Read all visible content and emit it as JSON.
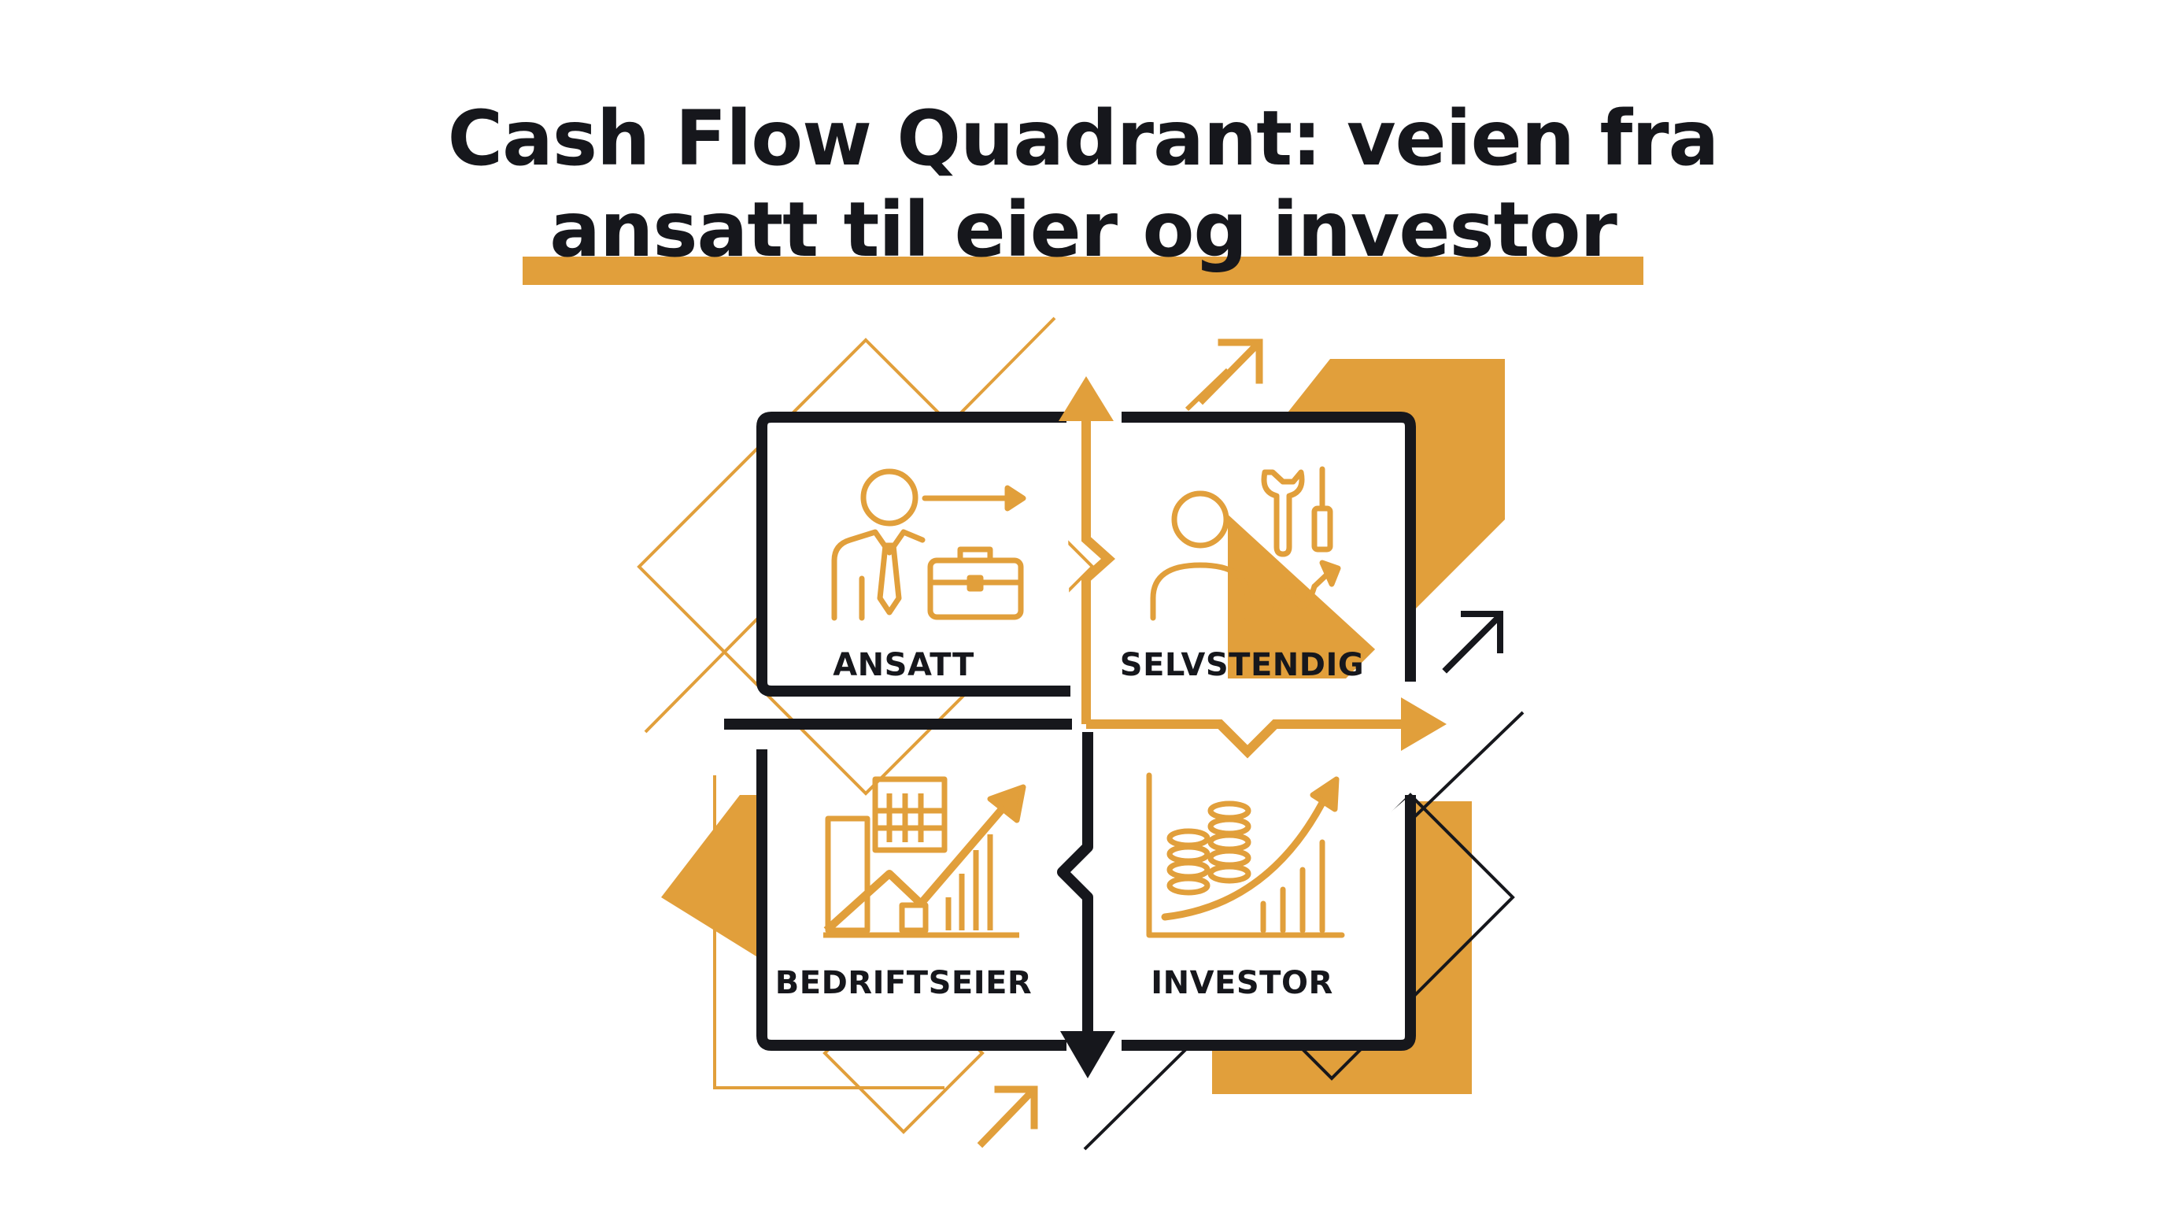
{
  "title": {
    "line1": "Cash Flow Quadrant: veien fra",
    "line2": "ansatt til eier og investor"
  },
  "quadrants": [
    {
      "label": "ANSATT",
      "icon": "employee-briefcase-icon"
    },
    {
      "label": "SELVSTENDIG",
      "icon": "self-employed-tools-icon"
    },
    {
      "label": "BEDRIFTSEIER",
      "icon": "business-owner-buildings-icon"
    },
    {
      "label": "INVESTOR",
      "icon": "investor-coins-growth-icon"
    }
  ],
  "colors": {
    "accent": "#e19f3b",
    "ink": "#16171c",
    "background": "#ffffff"
  }
}
